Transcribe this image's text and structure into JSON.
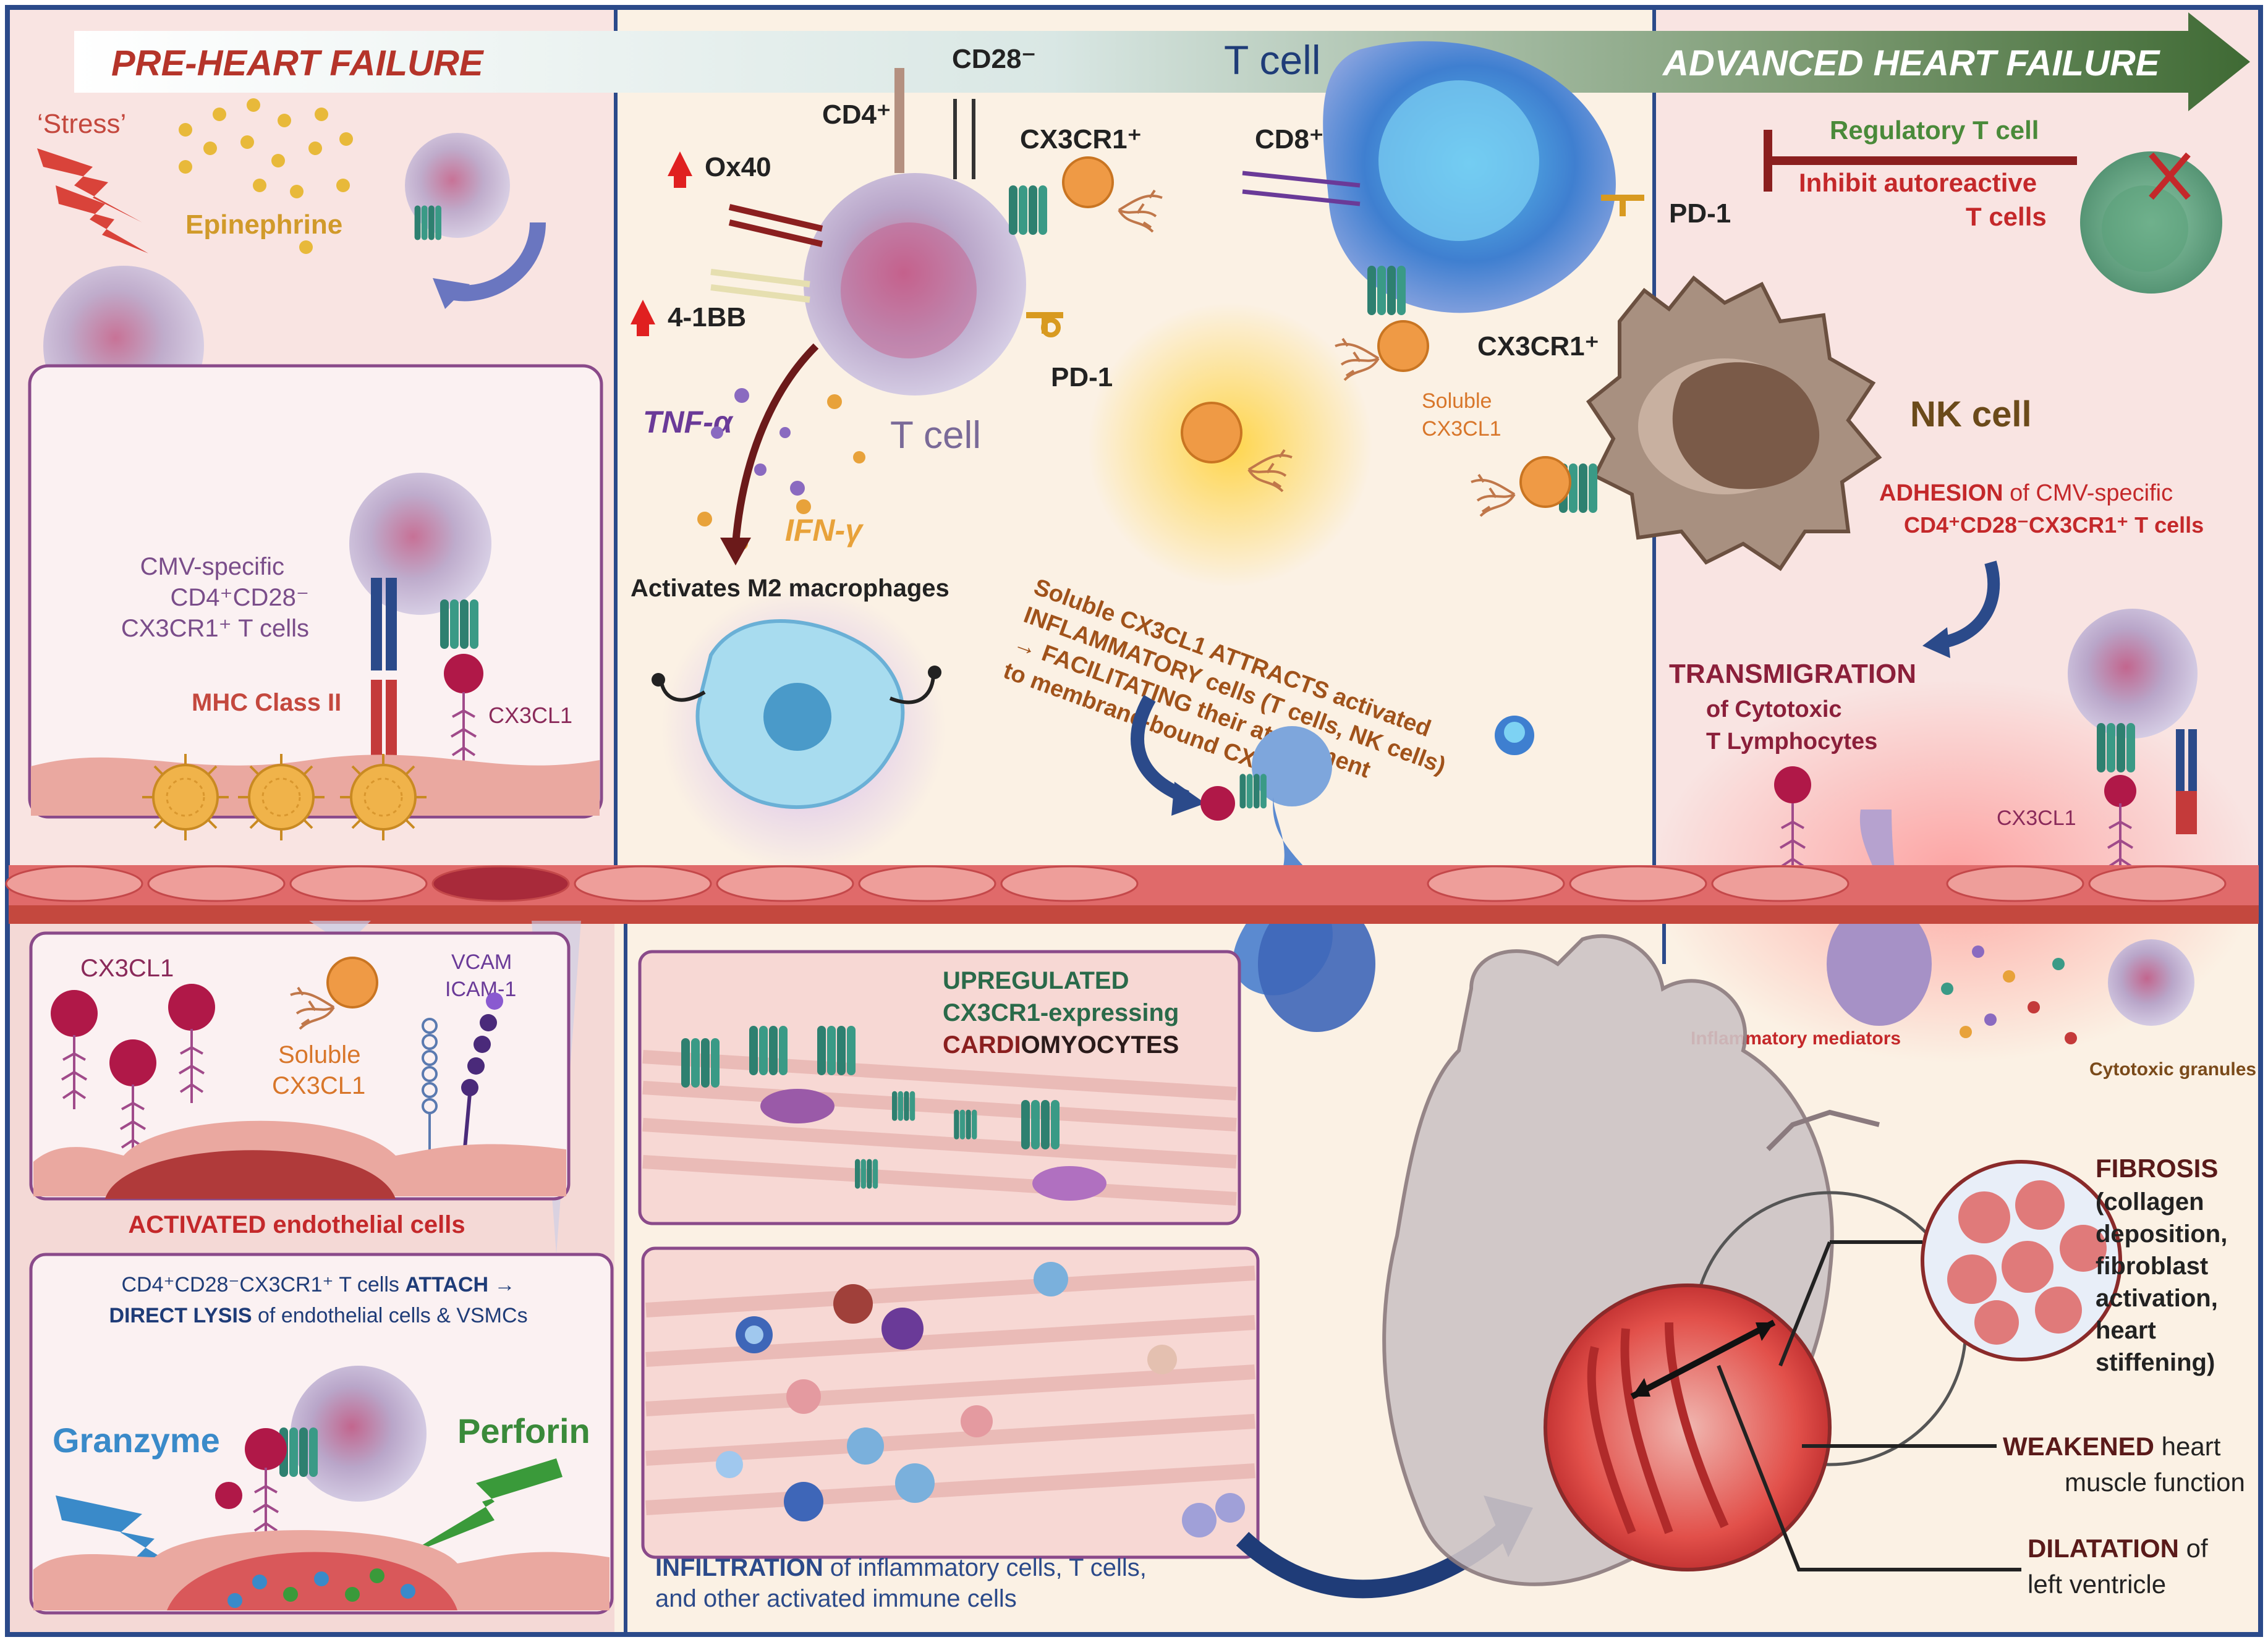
{
  "banner": {
    "pre": "PRE-HEART FAILURE",
    "tcell": "T cell",
    "advanced": "ADVANCED HEART FAILURE"
  },
  "left": {
    "stress": "‘Stress’",
    "epinephrine": "Epinephrine",
    "cmv_1": "CMV-specific",
    "cmv_2": "CD4⁺CD28⁻",
    "cmv_3": "CX3CR1⁺ T cells",
    "mhc": "MHC Class II",
    "cx3cl1": "CX3CL1"
  },
  "activated_box": {
    "cx3cl1": "CX3CL1",
    "vcam": "VCAM",
    "icam": "ICAM-1",
    "soluble": "Soluble",
    "soluble2": "CX3CL1",
    "caption": "ACTIVATED endothelial cells"
  },
  "lysis_box": {
    "line1_a": "CD4⁺CD28⁻CX3CR1⁺ T cells ",
    "line1_b": "ATTACH →",
    "line2_a": "DIRECT LYSIS",
    "line2_b": " of endothelial cells & VSMCs",
    "granzyme": "Granzyme",
    "perforin": "Perforin"
  },
  "middle": {
    "cd28": "CD28⁻",
    "cd4": "CD4⁺",
    "cx3cr1": "CX3CR1⁺",
    "ox40": "Ox40",
    "bb41": "4-1BB",
    "pd1": "PD-1",
    "tnf": "TNF-α",
    "tcell": "T cell",
    "ifn": "IFN-γ",
    "m2": "Activates M2 macrophages",
    "cd8": "CD8⁺",
    "pd1b": "PD-1",
    "cx3cr1b": "CX3CR1⁺",
    "soluble": "Soluble",
    "soluble2": "CX3CL1",
    "arc1": "Soluble CX3CL1 ATTRACTS activated",
    "arc2": "INFLAMMATORY cells (T cells, NK cells)",
    "arc3": "→ FACILITATING their attachment",
    "arc4": "to membrane-bound CX3CL1"
  },
  "right": {
    "treg": "Regulatory T cell",
    "inhibit": "Inhibit autoreactive",
    "inhibit2": "T cells",
    "nk": "NK cell",
    "adhesion_a": "ADHESION",
    "adhesion_b": " of CMV-specific",
    "adhesion2": "CD4⁺CD28⁻CX3CR1⁺ T cells",
    "transmig": "TRANSMIGRATION",
    "transmig2": "of Cytotoxic",
    "transmig3": "T Lymphocytes",
    "cx3cl1": "CX3CL1",
    "inflam": "Inflammatory mediators",
    "granules": "Cytotoxic granules"
  },
  "upregulated": {
    "line1": "UPREGULATED",
    "line2": "CX3CR1-expressing",
    "line3a": "CARDI",
    "line3b": "OMYOCYTES"
  },
  "infiltration": {
    "a": "INFILTRATION",
    "b": " of inflammatory cells, T cells,",
    "c": "and other activated immune cells"
  },
  "heart": {
    "fibrosis": "FIBROSIS",
    "f1": "(collagen",
    "f2": "deposition,",
    "f3": "fibroblast",
    "f4": "activation,",
    "f5": "heart",
    "f6": "stiffening)",
    "weakened_a": "WEAKENED",
    "weakened_b": " heart",
    "weakened2": "muscle function",
    "dilatation_a": "DILATATION",
    "dilatation_b": " of",
    "dilatation2": "left ventricle"
  },
  "colors": {
    "frame": "#2b4a8a",
    "banner_red": "#b5342a",
    "banner_green": "#4a6e3a",
    "tcell_blue": "#1f3c78",
    "dark_red": "#8b1f1f",
    "orange": "#e08a2e",
    "green_receptor": "#2e8070",
    "nk_brown": "#6b4a1a",
    "purple": "#6a3a98"
  },
  "icons": [
    "lightning-icon",
    "receptor-icon",
    "virus-icon",
    "heart-icon",
    "arrow-icon",
    "inhibit-icon"
  ]
}
